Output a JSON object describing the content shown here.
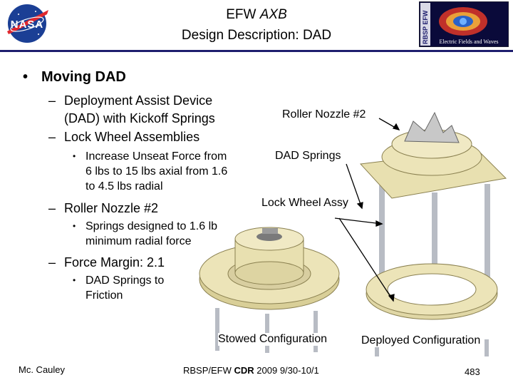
{
  "header": {
    "title_line1_prefix": "EFW",
    "title_line1_italic": "AXB",
    "title_line2": "Design Description: DAD",
    "mission_logo_text_left": "RBSP EFW",
    "mission_logo_text_bottom": "Electric Fields and Waves"
  },
  "bullets": {
    "main": "Moving DAD",
    "item1": "Deployment Assist Device (DAD) with Kickoff Springs",
    "item2": "Lock Wheel Assemblies",
    "item2_sub": "Increase Unseat Force from 6 lbs to 15 lbs axial from 1.6 to 4.5 lbs radial",
    "item3": "Roller Nozzle #2",
    "item3_sub": "Springs designed to 1.6 lb minimum radial force",
    "item4": "Force Margin: 2.1",
    "item4_sub": "DAD Springs to Friction"
  },
  "figure": {
    "callout_roller": "Roller Nozzle #2",
    "callout_springs": "DAD Springs",
    "callout_lock": "Lock Wheel Assy",
    "caption_stowed": "Stowed Configuration",
    "caption_deployed": "Deployed Configuration"
  },
  "footer": {
    "author": "Mc. Cauley",
    "center_prefix": "RBSP/EFW ",
    "center_bold": "CDR",
    "center_suffix": " 2009 9/30-10/1",
    "page": "483"
  },
  "colors": {
    "rule": "#1e1e6e",
    "hardware": "#e8e0b0",
    "strut": "#b8bcc4"
  }
}
